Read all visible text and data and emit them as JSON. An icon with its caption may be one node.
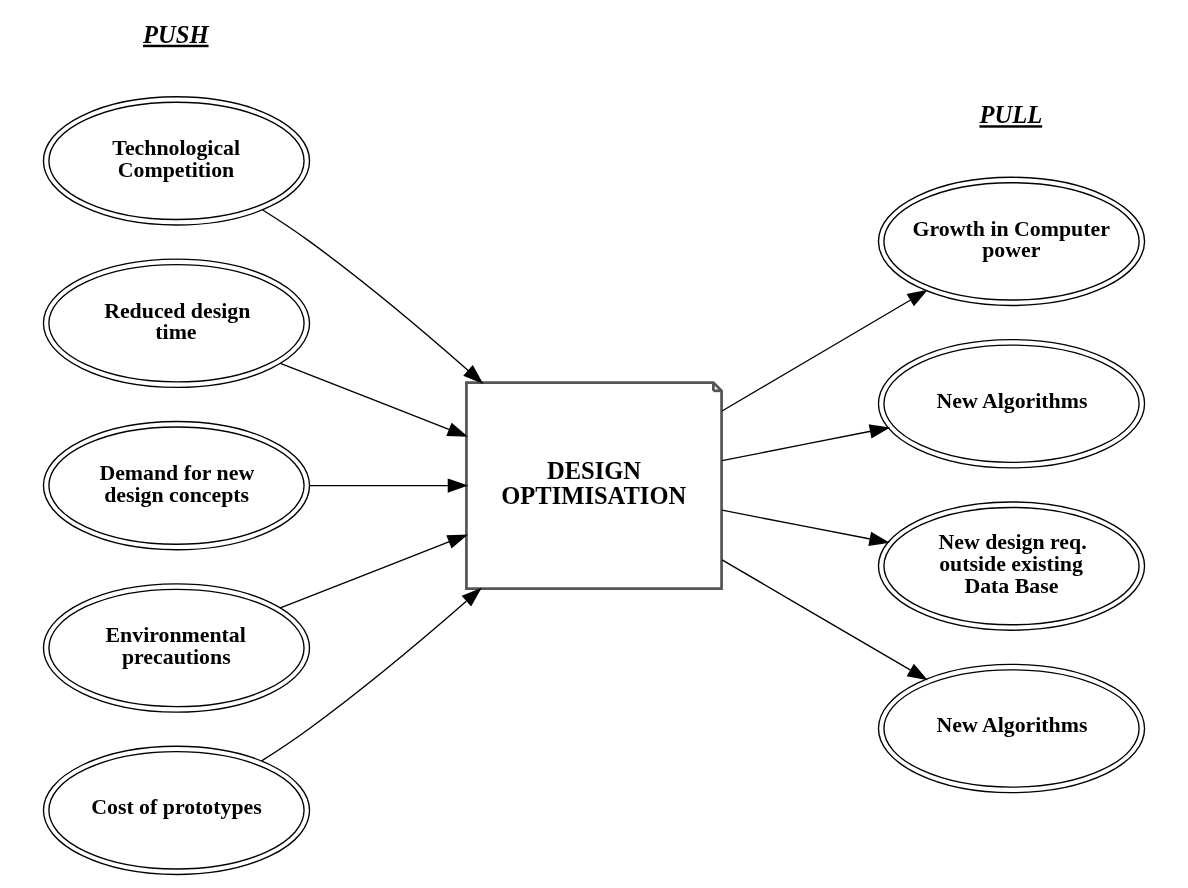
{
  "diagram": {
    "nodes": [
      {
        "text": [
          "Technological Competition"
        ]
      },
      {
        "text": [
          "Reduced design time"
        ]
      },
      {
        "text": [
          "Demand for new design concepts"
        ]
      },
      {
        "text": [
          "Environmental precautions"
        ]
      },
      {
        "text": [
          "Cost of prototypes"
        ]
      },
      {
        "text": [
          "DESIGN OPTIMISATION"
        ]
      },
      {
        "text": [
          "Growth in Computer power"
        ]
      },
      {
        "text": [
          "New Algorithms"
        ]
      },
      {
        "text": [
          "New design req. outside existing Data Base"
        ]
      },
      {
        "text": [
          "New Algorithms"
        ]
      }
    ],
    "edges": [
      {
        "from": 0,
        "to": 5,
        "arrow": "to"
      },
      {
        "from": 1,
        "to": 5,
        "arrow": "to"
      },
      {
        "from": 2,
        "to": 5,
        "arrow": "to"
      },
      {
        "from": 3,
        "to": 5,
        "arrow": "to"
      },
      {
        "from": 4,
        "to": 5,
        "arrow": "to"
      },
      {
        "from": 5,
        "to": 6,
        "arrow": "to"
      },
      {
        "from": 5,
        "to": 7,
        "arrow": "to"
      },
      {
        "from": 5,
        "to": 8,
        "arrow": "to"
      },
      {
        "from": 5,
        "to": 9,
        "arrow": "to"
      }
    ],
    "labels": [
      "PUSH",
      "PULL"
    ]
  }
}
